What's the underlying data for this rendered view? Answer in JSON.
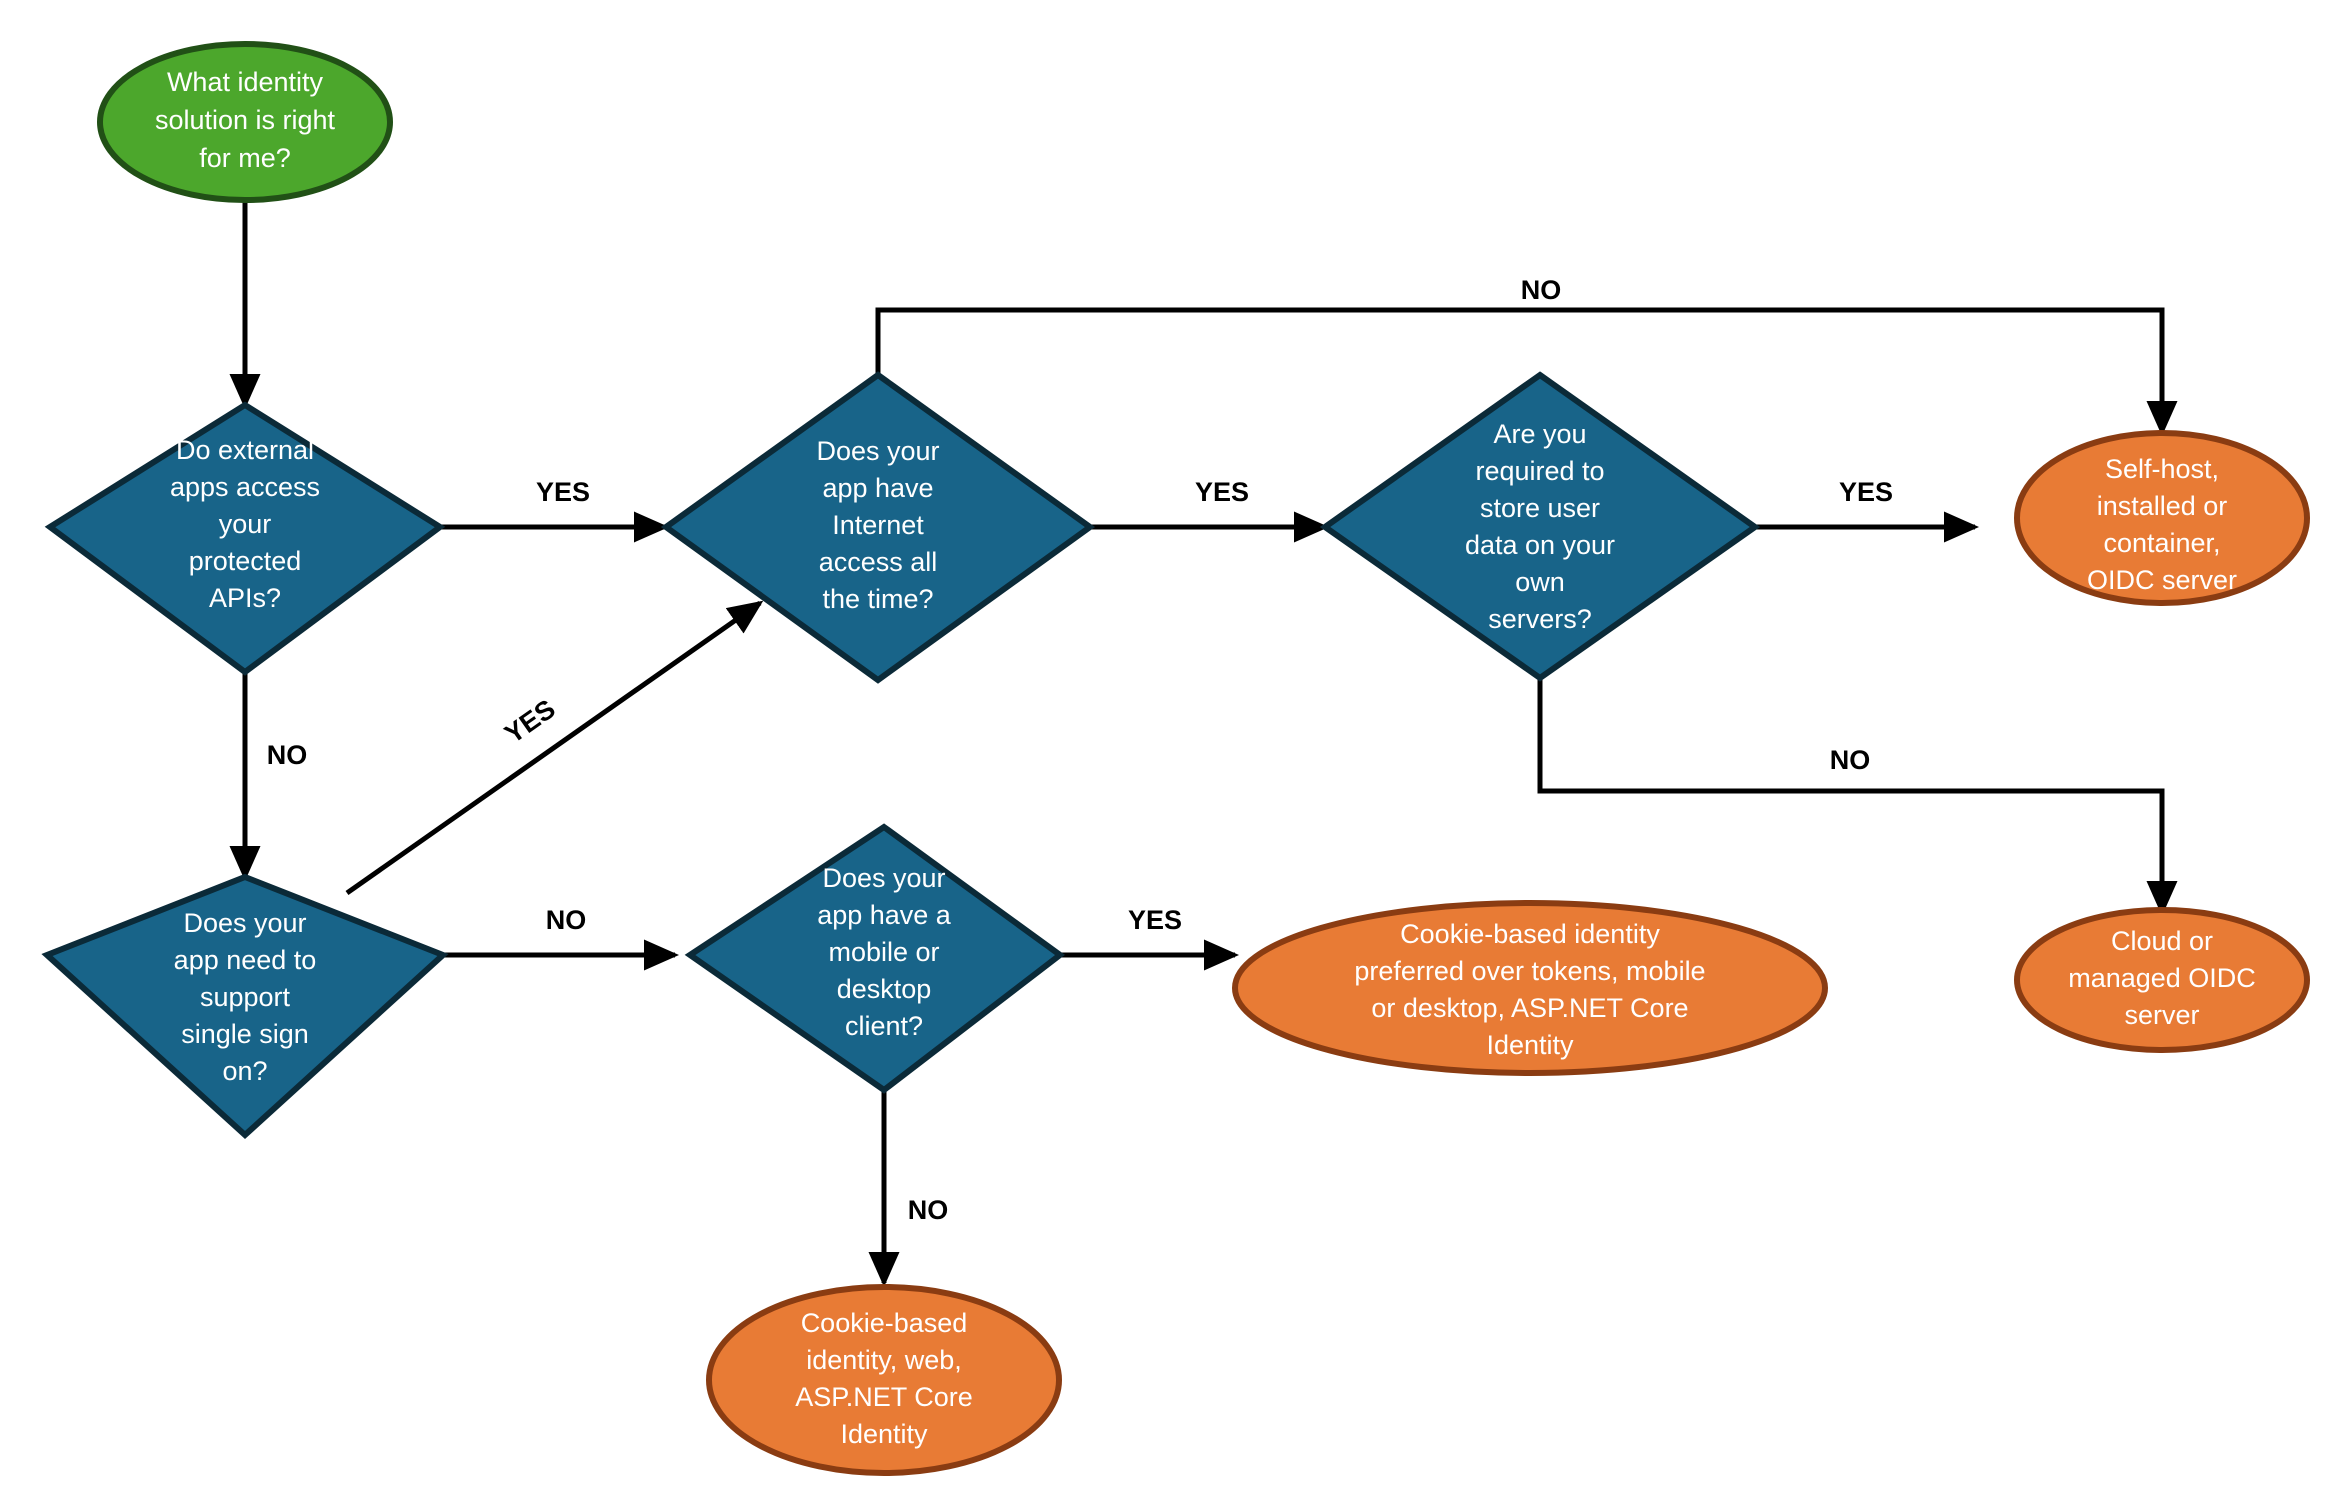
{
  "chart_data": {
    "type": "diagram",
    "title": "What identity solution is right for me?",
    "diagram_kind": "decision-flowchart",
    "colors": {
      "start_fill": "#4CA72C",
      "start_stroke": "#215016",
      "decision_fill": "#186489",
      "decision_stroke": "#0B2A38",
      "terminal_fill": "#E87B35",
      "terminal_stroke": "#8A3C12",
      "edge": "#000000",
      "node_text": "#FFFFFF",
      "background": "#FFFFFF"
    },
    "nodes": [
      {
        "id": "start",
        "kind": "start",
        "lines": [
          "What identity",
          "solution is right",
          "for me?"
        ]
      },
      {
        "id": "ext_apis",
        "kind": "decision",
        "lines": [
          "Do external",
          "apps access",
          "your",
          "protected",
          "APIs?"
        ]
      },
      {
        "id": "sso",
        "kind": "decision",
        "lines": [
          "Does your",
          "app need to",
          "support",
          "single sign",
          "on?"
        ]
      },
      {
        "id": "internet",
        "kind": "decision",
        "lines": [
          "Does your",
          "app have",
          "Internet",
          "access all",
          "the time?"
        ]
      },
      {
        "id": "own_data",
        "kind": "decision",
        "lines": [
          "Are you",
          "required to",
          "store user",
          "data on your",
          "own",
          "servers?"
        ]
      },
      {
        "id": "mobile",
        "kind": "decision",
        "lines": [
          "Does your",
          "app have a",
          "mobile or",
          "desktop",
          "client?"
        ]
      },
      {
        "id": "selfhost",
        "kind": "terminal",
        "lines": [
          "Self-host,",
          "installed or",
          "container,",
          "OIDC server"
        ]
      },
      {
        "id": "cloud",
        "kind": "terminal",
        "lines": [
          "Cloud or",
          "managed OIDC",
          "server"
        ]
      },
      {
        "id": "cookie_mob",
        "kind": "terminal",
        "lines": [
          "Cookie-based identity",
          "preferred over tokens, mobile",
          "or desktop, ASP.NET Core",
          "Identity"
        ]
      },
      {
        "id": "cookie_web",
        "kind": "terminal",
        "lines": [
          "Cookie-based",
          "identity, web,",
          "ASP.NET Core",
          "Identity"
        ]
      }
    ],
    "edges": [
      {
        "id": "e-start-ext",
        "from": "start",
        "to": "ext_apis",
        "label": ""
      },
      {
        "id": "e-ext-internet",
        "from": "ext_apis",
        "to": "internet",
        "label": "YES"
      },
      {
        "id": "e-ext-sso",
        "from": "ext_apis",
        "to": "sso",
        "label": "NO"
      },
      {
        "id": "e-sso-internet",
        "from": "sso",
        "to": "internet",
        "label": "YES"
      },
      {
        "id": "e-sso-mobile",
        "from": "sso",
        "to": "mobile",
        "label": "NO"
      },
      {
        "id": "e-internet-owndata",
        "from": "internet",
        "to": "own_data",
        "label": "YES"
      },
      {
        "id": "e-internet-selfhost",
        "from": "internet",
        "to": "selfhost",
        "label": "NO"
      },
      {
        "id": "e-owndata-selfhost",
        "from": "own_data",
        "to": "selfhost",
        "label": "YES"
      },
      {
        "id": "e-owndata-cloud",
        "from": "own_data",
        "to": "cloud",
        "label": "NO"
      },
      {
        "id": "e-mobile-cookiemob",
        "from": "mobile",
        "to": "cookie_mob",
        "label": "YES"
      },
      {
        "id": "e-mobile-cookieweb",
        "from": "mobile",
        "to": "cookie_web",
        "label": "NO"
      }
    ]
  },
  "nodes": {
    "start": {
      "l0": "What identity",
      "l1": "solution is right",
      "l2": "for me?"
    },
    "ext_apis": {
      "l0": "Do external",
      "l1": "apps access",
      "l2": "your",
      "l3": "protected",
      "l4": "APIs?"
    },
    "sso": {
      "l0": "Does your",
      "l1": "app need to",
      "l2": "support",
      "l3": "single sign",
      "l4": "on?"
    },
    "internet": {
      "l0": "Does your",
      "l1": "app have",
      "l2": "Internet",
      "l3": "access all",
      "l4": "the time?"
    },
    "own_data": {
      "l0": "Are you",
      "l1": "required to",
      "l2": "store user",
      "l3": "data on your",
      "l4": "own",
      "l5": "servers?"
    },
    "mobile": {
      "l0": "Does your",
      "l1": "app have a",
      "l2": "mobile or",
      "l3": "desktop",
      "l4": "client?"
    },
    "selfhost": {
      "l0": "Self-host,",
      "l1": "installed or",
      "l2": "container,",
      "l3": "OIDC server"
    },
    "cloud": {
      "l0": "Cloud or",
      "l1": "managed OIDC",
      "l2": "server"
    },
    "cookie_mob": {
      "l0": "Cookie-based identity",
      "l1": "preferred over tokens, mobile",
      "l2": "or desktop, ASP.NET Core",
      "l3": "Identity"
    },
    "cookie_web": {
      "l0": "Cookie-based",
      "l1": "identity, web,",
      "l2": "ASP.NET Core",
      "l3": "Identity"
    }
  },
  "edge_labels": {
    "ext_yes": "YES",
    "ext_no": "NO",
    "sso_yes": "YES",
    "sso_no": "NO",
    "internet_yes": "YES",
    "internet_no": "NO",
    "owndata_yes": "YES",
    "owndata_no": "NO",
    "mobile_yes": "YES",
    "mobile_no": "NO"
  }
}
